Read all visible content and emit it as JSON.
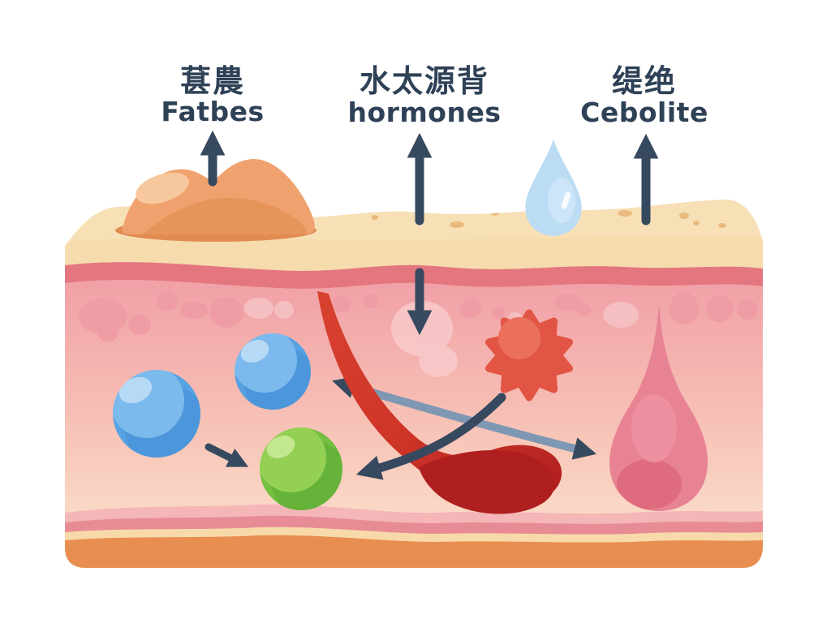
{
  "scene": {
    "description": "Flat illustration: cross-section of skin with sebum blob, water droplet, cells, vessel and gland, with three labelled arrows",
    "background": "#ffffff"
  },
  "labels": [
    {
      "cjk": "葚農",
      "latin": "Fatbes"
    },
    {
      "cjk": "水太源背",
      "latin": "hormones"
    },
    {
      "cjk": "缇绝",
      "latin": "Cebolite"
    }
  ],
  "icons": [
    "up-arrow-icon",
    "down-arrow-icon",
    "sebum-blob-icon",
    "water-droplet-icon",
    "blue-cell-icon",
    "green-cell-icon",
    "red-vessel-icon",
    "inflammation-burst-icon",
    "gland-drop-icon",
    "crossing-arrows-icon"
  ],
  "palette": {
    "label_text": "#2e4156",
    "arrow_dark": "#36495e",
    "arrow_light_shaft": "#7e97b3",
    "epidermis_cream": "#f8e0b6",
    "rose_band": "#e4767f",
    "dermis_top": "#f1a1a7",
    "dermis_bottom": "#fbdec9",
    "bottom_pink": "#f4b6b6",
    "bottom_rose": "#e78b95",
    "bottom_cream": "#f8d9a9",
    "bottom_orange": "#e88e50",
    "sebum_orange": "#f0a26e",
    "droplet_blue": "#bcdcf3",
    "cell_blue": "#57a2e2",
    "cell_green": "#74be41",
    "vessel_red": "#d63a2a",
    "vessel_dark_red": "#af1f1f",
    "burst_red": "#e25443",
    "gland_pink": "#e88394",
    "dermis_blob_pink": "#f09ca5"
  }
}
